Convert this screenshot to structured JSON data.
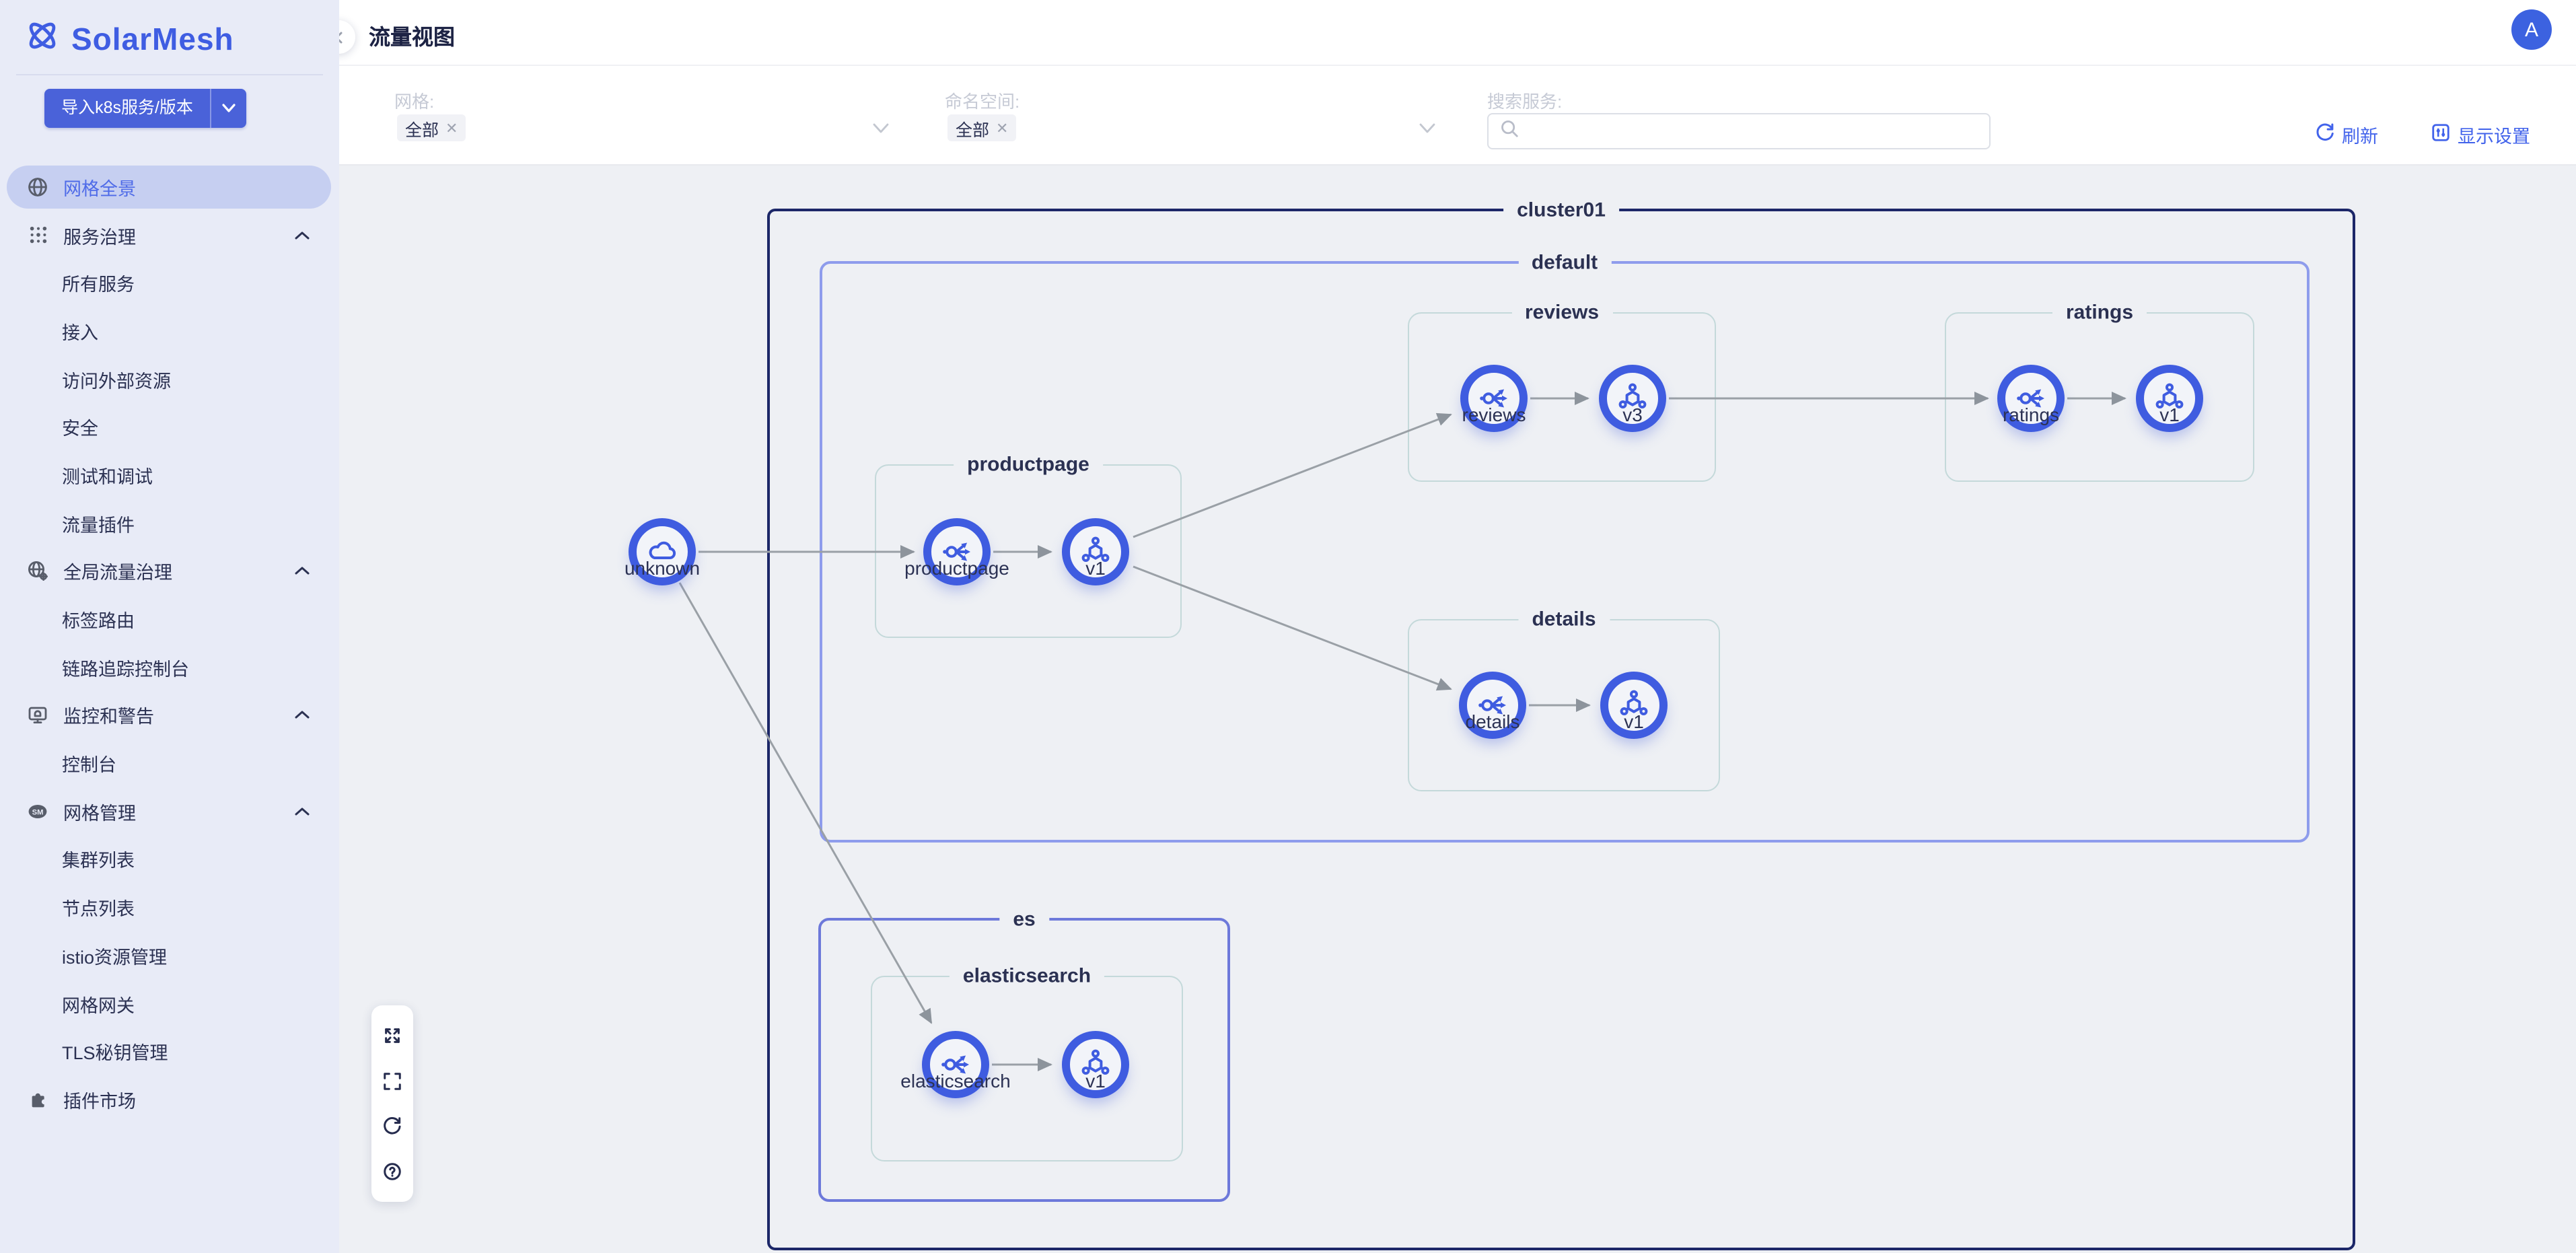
{
  "app": {
    "name": "SolarMesh"
  },
  "sidebar": {
    "logo": "SolarMesh",
    "import_button": "导入k8s服务/版本",
    "items": [
      {
        "label": "网格全景",
        "icon": "globe-icon",
        "active": true
      },
      {
        "label": "服务治理",
        "icon": "dots-grid-icon",
        "group": true
      },
      {
        "label": "所有服务"
      },
      {
        "label": "接入"
      },
      {
        "label": "访问外部资源"
      },
      {
        "label": "安全"
      },
      {
        "label": "测试和调试"
      },
      {
        "label": "流量插件"
      },
      {
        "label": "全局流量治理",
        "icon": "globe-gear-icon",
        "group": true
      },
      {
        "label": "标签路由"
      },
      {
        "label": "链路追踪控制台"
      },
      {
        "label": "监控和警告",
        "icon": "monitor-bell-icon",
        "group": true
      },
      {
        "label": "控制台"
      },
      {
        "label": "网格管理",
        "icon": "sm-badge-icon",
        "group": true
      },
      {
        "label": "集群列表"
      },
      {
        "label": "节点列表"
      },
      {
        "label": "istio资源管理"
      },
      {
        "label": "网格网关"
      },
      {
        "label": "TLS秘钥管理"
      },
      {
        "label": "插件市场",
        "icon": "puzzle-icon"
      }
    ]
  },
  "header": {
    "title": "流量视图",
    "avatar_initial": "A"
  },
  "filters": {
    "mesh_label": "网格:",
    "mesh_value": "全部",
    "namespace_label": "命名空间:",
    "namespace_value": "全部",
    "search_label": "搜索服务:",
    "search_value": "",
    "refresh_label": "刷新",
    "display_settings_label": "显示设置",
    "tag_close": "✕"
  },
  "graph": {
    "cluster_label": "cluster01",
    "namespace_label": "default",
    "groups": {
      "reviews": "reviews",
      "ratings": "ratings",
      "productpage": "productpage",
      "details": "details",
      "es": "es",
      "elasticsearch": "elasticsearch"
    },
    "nodes": {
      "unknown": "unknown",
      "productpage_svc": "productpage",
      "productpage_v1": "v1",
      "reviews_svc": "reviews",
      "reviews_v3": "v3",
      "ratings_svc": "ratings",
      "ratings_v1": "v1",
      "details_svc": "details",
      "details_v1": "v1",
      "elasticsearch_svc": "elasticsearch",
      "elasticsearch_v1": "v1"
    },
    "edges": [
      [
        "unknown",
        "productpage_svc"
      ],
      [
        "unknown",
        "elasticsearch_svc"
      ],
      [
        "productpage_svc",
        "productpage_v1"
      ],
      [
        "productpage_v1",
        "reviews_svc"
      ],
      [
        "productpage_v1",
        "details_svc"
      ],
      [
        "reviews_svc",
        "reviews_v3"
      ],
      [
        "reviews_v3",
        "ratings_svc"
      ],
      [
        "ratings_svc",
        "ratings_v1"
      ],
      [
        "details_svc",
        "details_v1"
      ],
      [
        "elasticsearch_svc",
        "elasticsearch_v1"
      ]
    ]
  },
  "toolbar_icons": [
    "expand-icon",
    "fullscreen-icon",
    "reload-icon",
    "help-icon"
  ],
  "colors": {
    "accent": "#3f5ce0",
    "sidebar_bg": "#e8ebf7",
    "active_item_bg": "#c6cff1",
    "cluster_border": "#1c2768",
    "namespace_border": "#8e9cec",
    "es_border": "#6d79da",
    "app_group_border": "#c4d9da",
    "edge": "#9aa0a6",
    "canvas_bg": "#eef0f4"
  }
}
